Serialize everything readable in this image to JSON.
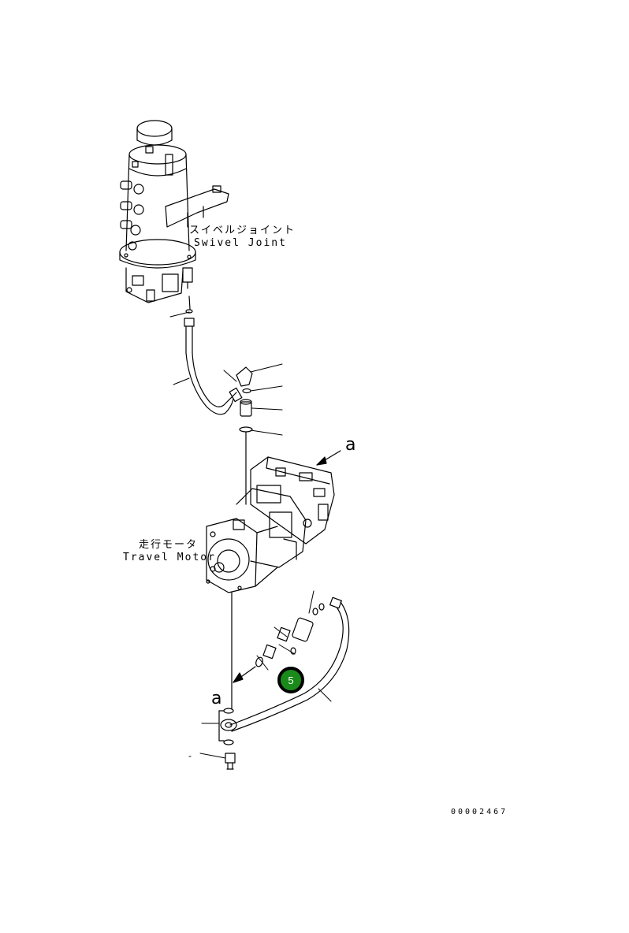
{
  "labels": {
    "swivel_jp": "スイベルジョイント",
    "swivel_en": "Swivel Joint",
    "motor_jp": "走行モータ",
    "motor_en": "Travel Motor",
    "view_mark_top": "a",
    "view_mark_bottom": "a"
  },
  "callout": {
    "number": "5",
    "color": "#1a8a1a"
  },
  "drawing_code": "00002467"
}
